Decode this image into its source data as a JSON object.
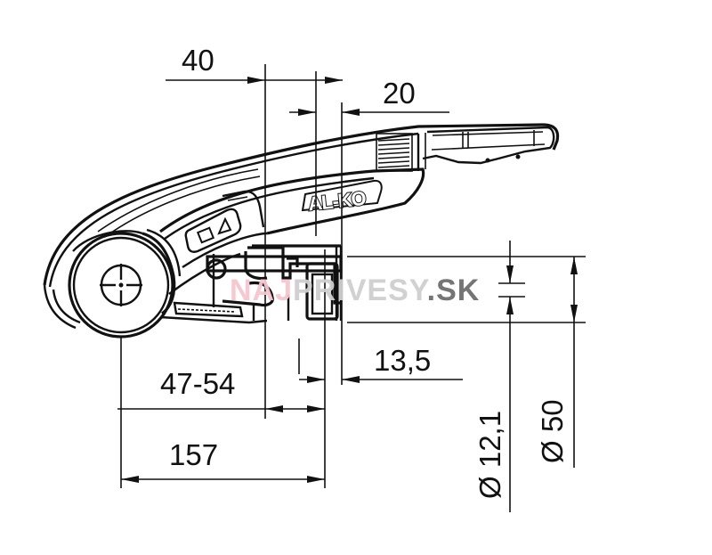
{
  "drawing": {
    "subject": "AL-KO hitch coupling lock dimension drawing",
    "brand_logo": "AL-KO",
    "warning_label_icons": [
      "book-icon",
      "warning-triangle-icon"
    ]
  },
  "dimensions": {
    "top_offset": "40",
    "top_width": "20",
    "offset_range": "47-54",
    "small_gap": "13,5",
    "overall_length": "157",
    "bore_diameter": "Ø 12,1",
    "ball_diameter": "Ø 50"
  },
  "watermark": {
    "part1": "NAJ",
    "part2": "PRIVESY",
    "part3": ".SK",
    "colors": {
      "part1": "#f6c6cf",
      "part2": "#cfcfcf",
      "part3": "#6e6e6e"
    }
  }
}
